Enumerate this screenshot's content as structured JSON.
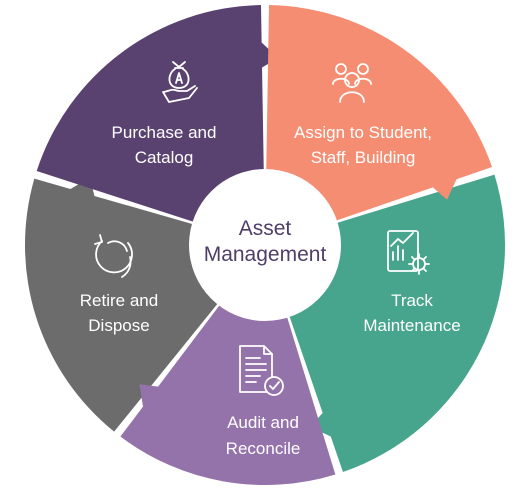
{
  "center": {
    "line1": "Asset",
    "line2": "Management"
  },
  "colors": {
    "purchase": "#5a4270",
    "assign": "#f58d72",
    "track": "#46a58c",
    "audit": "#9472aa",
    "retire": "#6c6c6c",
    "center_fill": "#ffffff",
    "center_text": "#4e3f68"
  },
  "segments": [
    {
      "key": "purchase",
      "line1": "Purchase and",
      "line2": "Catalog",
      "icon": "money-bag-hand-icon"
    },
    {
      "key": "assign",
      "line1": "Assign to Student,",
      "line2": "Staff, Building",
      "icon": "people-group-icon"
    },
    {
      "key": "track",
      "line1": "Track",
      "line2": "Maintenance",
      "icon": "chart-gear-icon"
    },
    {
      "key": "audit",
      "line1": "Audit  and",
      "line2": "Reconcile",
      "icon": "document-check-icon"
    },
    {
      "key": "retire",
      "line1": "Retire and",
      "line2": "Dispose",
      "icon": "recycle-arrows-icon"
    }
  ]
}
